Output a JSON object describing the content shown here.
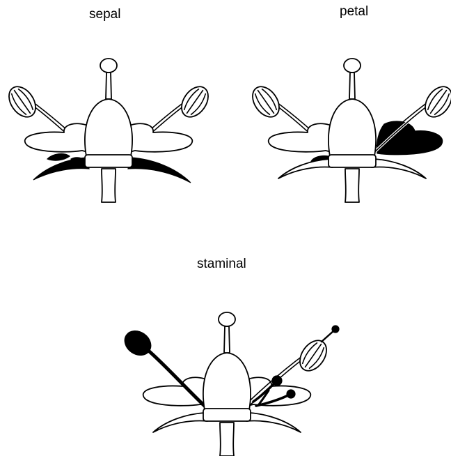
{
  "panels": [
    {
      "id": "sepal",
      "label": "sepal",
      "highlight": "sepal"
    },
    {
      "id": "petal",
      "label": "petal",
      "highlight": "petal"
    },
    {
      "id": "staminal",
      "label": "staminal",
      "highlight": "stamen"
    }
  ],
  "colors": {
    "line": "#000000",
    "fill": "#ffffff",
    "highlight": "#000000"
  }
}
